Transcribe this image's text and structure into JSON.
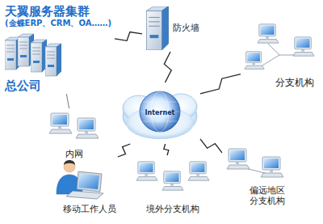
{
  "diagram": {
    "nodes": [
      {
        "text": [
          "天翼服务器集群",
          "(金蝶ERP、CRM、OA……)",
          "总公司"
        ]
      },
      {
        "text": [
          "防火墙"
        ]
      },
      {
        "text": [
          "Internet"
        ]
      },
      {
        "text": [
          "分支机构"
        ]
      },
      {
        "text": [
          "内网"
        ]
      },
      {
        "text": [
          "移动工作人员"
        ]
      },
      {
        "text": [
          "境外分支机构"
        ]
      },
      {
        "text": [
          "偏远地区 分支机构"
        ]
      }
    ],
    "edges": [
      {
        "from": 0,
        "to": 1,
        "arrow": "none"
      },
      {
        "from": 1,
        "to": 2,
        "arrow": "none"
      },
      {
        "from": 2,
        "to": 3,
        "arrow": "none"
      },
      {
        "from": 2,
        "to": 5,
        "arrow": "none"
      },
      {
        "from": 2,
        "to": 6,
        "arrow": "none"
      },
      {
        "from": 2,
        "to": 7,
        "arrow": "none"
      },
      {
        "from": 0,
        "to": 4,
        "arrow": "none"
      }
    ]
  }
}
